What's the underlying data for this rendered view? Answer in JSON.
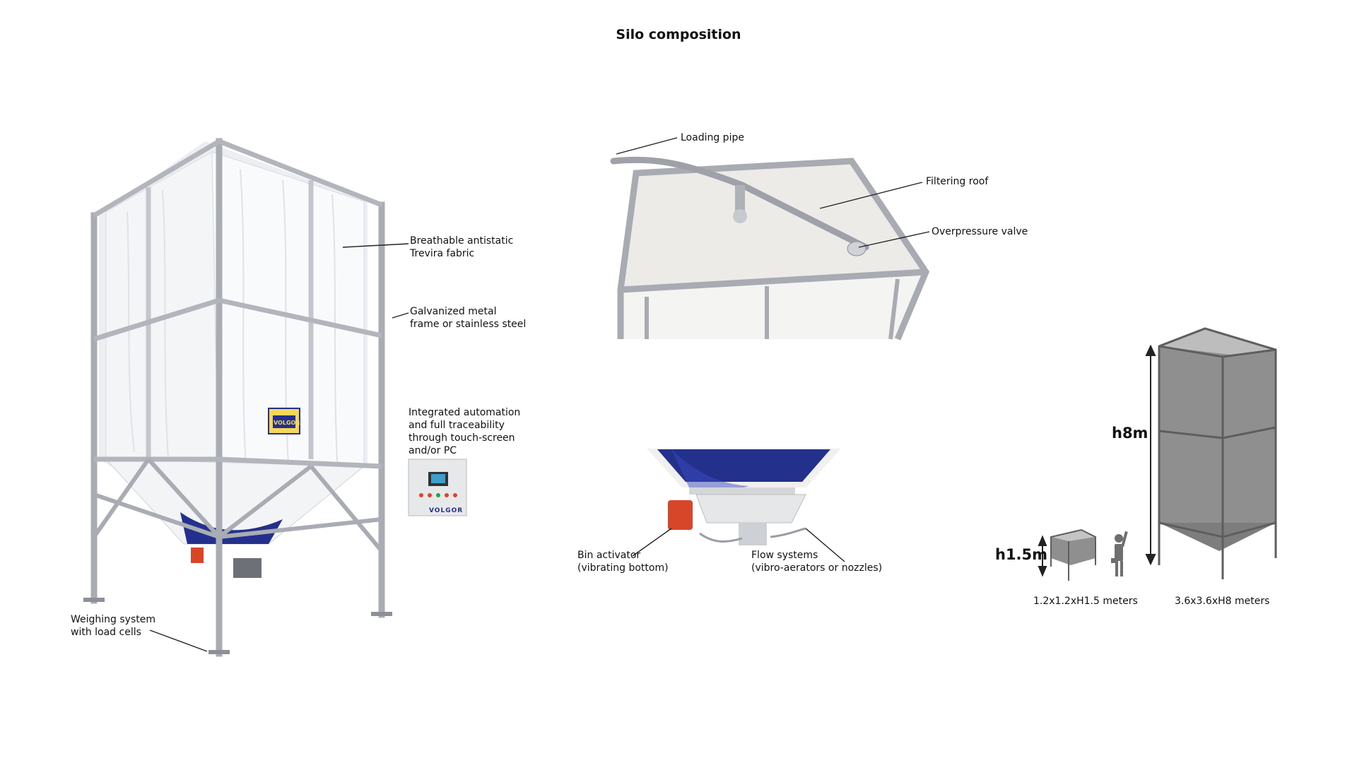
{
  "title": "Silo composition",
  "labels": {
    "fabric": "Breathable antistatic\nTrevira fabric",
    "frame": "Galvanized metal\nframe or stainless steel",
    "automation": "Integrated automation\nand full traceability\nthrough touch-screen\nand/or PC",
    "weighing": "Weighing system\nwith load cells",
    "loading_pipe": "Loading pipe",
    "filtering_roof": "Filtering roof",
    "overpressure_valve": "Overpressure valve",
    "bin_activator": "Bin activator\n(vibrating bottom)",
    "flow_systems": "Flow systems\n(vibro-aerators or nozzles)"
  },
  "brand": "VOLGOR",
  "sizes": {
    "small": {
      "height": "h1.5m",
      "dims": "1.2x1.2xH1.5 meters"
    },
    "large": {
      "height": "h8m",
      "dims": "3.6x3.6xH8 meters"
    }
  },
  "colors": {
    "fabric": "#f1f2f4",
    "frame": "#a9adb3",
    "hopper_blue": "#23308c",
    "silhouette": "#8f8f8f",
    "motor": "#d8462a"
  }
}
